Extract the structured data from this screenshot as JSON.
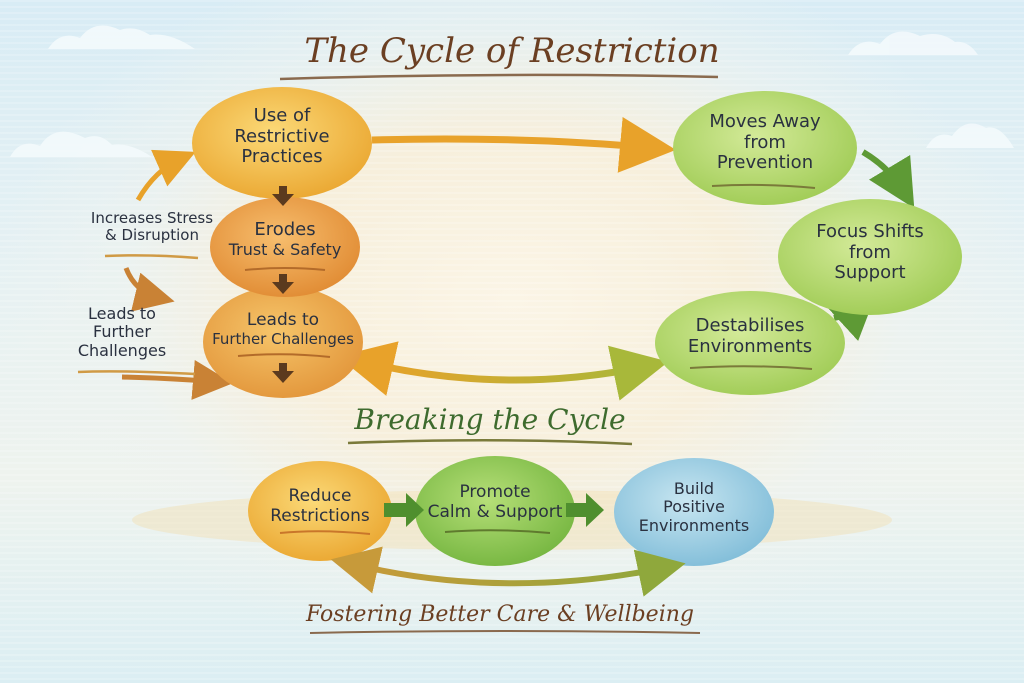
{
  "title": "The Cycle of Restriction",
  "cycle": {
    "nodes": [
      {
        "id": "use-restrictive-practices",
        "label_lines": [
          "Use of",
          "Restrictive",
          "Practices"
        ],
        "color": "#f2b83a"
      },
      {
        "id": "erodes-trust",
        "label_lines": [
          "Erodes",
          "Trust & Safety"
        ],
        "color": "#eb9a3c"
      },
      {
        "id": "leads-further-challenges",
        "label_lines": [
          "Leads to",
          "Further Challenges"
        ],
        "color": "#e9a43e"
      },
      {
        "id": "moves-away-prevention",
        "label_lines": [
          "Moves Away",
          "from",
          "Prevention"
        ],
        "color": "#a9d25e"
      },
      {
        "id": "focus-shifts-support",
        "label_lines": [
          "Focus Shifts",
          "from",
          "Support"
        ],
        "color": "#a9d25e"
      },
      {
        "id": "destabilises-environments",
        "label_lines": [
          "Destabilises",
          "Environments"
        ],
        "color": "#a3cf58"
      }
    ],
    "side_labels": [
      {
        "id": "increases-stress",
        "label_lines": [
          "Increases Stress",
          "& Disruption"
        ]
      },
      {
        "id": "leads-further-challenges-side",
        "label_lines": [
          "Leads to",
          "Further",
          "Challenges"
        ]
      }
    ]
  },
  "breaking": {
    "title": "Breaking the Cycle",
    "nodes": [
      {
        "id": "reduce-restrictions",
        "label_lines": [
          "Reduce",
          "Restrictions"
        ],
        "color": "#f2b43a"
      },
      {
        "id": "promote-calm",
        "label_lines": [
          "Promote",
          "Calm & Support"
        ],
        "color": "#8fc957"
      },
      {
        "id": "build-positive",
        "label_lines": [
          "Build",
          "Positive",
          "Environments"
        ],
        "color": "#8fc6e0"
      }
    ],
    "footer": "Fostering Better Care & Wellbeing"
  },
  "colors": {
    "title_brown": "#6b3f22",
    "subtitle_green": "#3e6b2e",
    "arrow_orange": "#e8a22a",
    "arrow_green": "#5e9a35",
    "arrow_brown": "#5b3a1e",
    "text_dark": "#2a3140"
  }
}
